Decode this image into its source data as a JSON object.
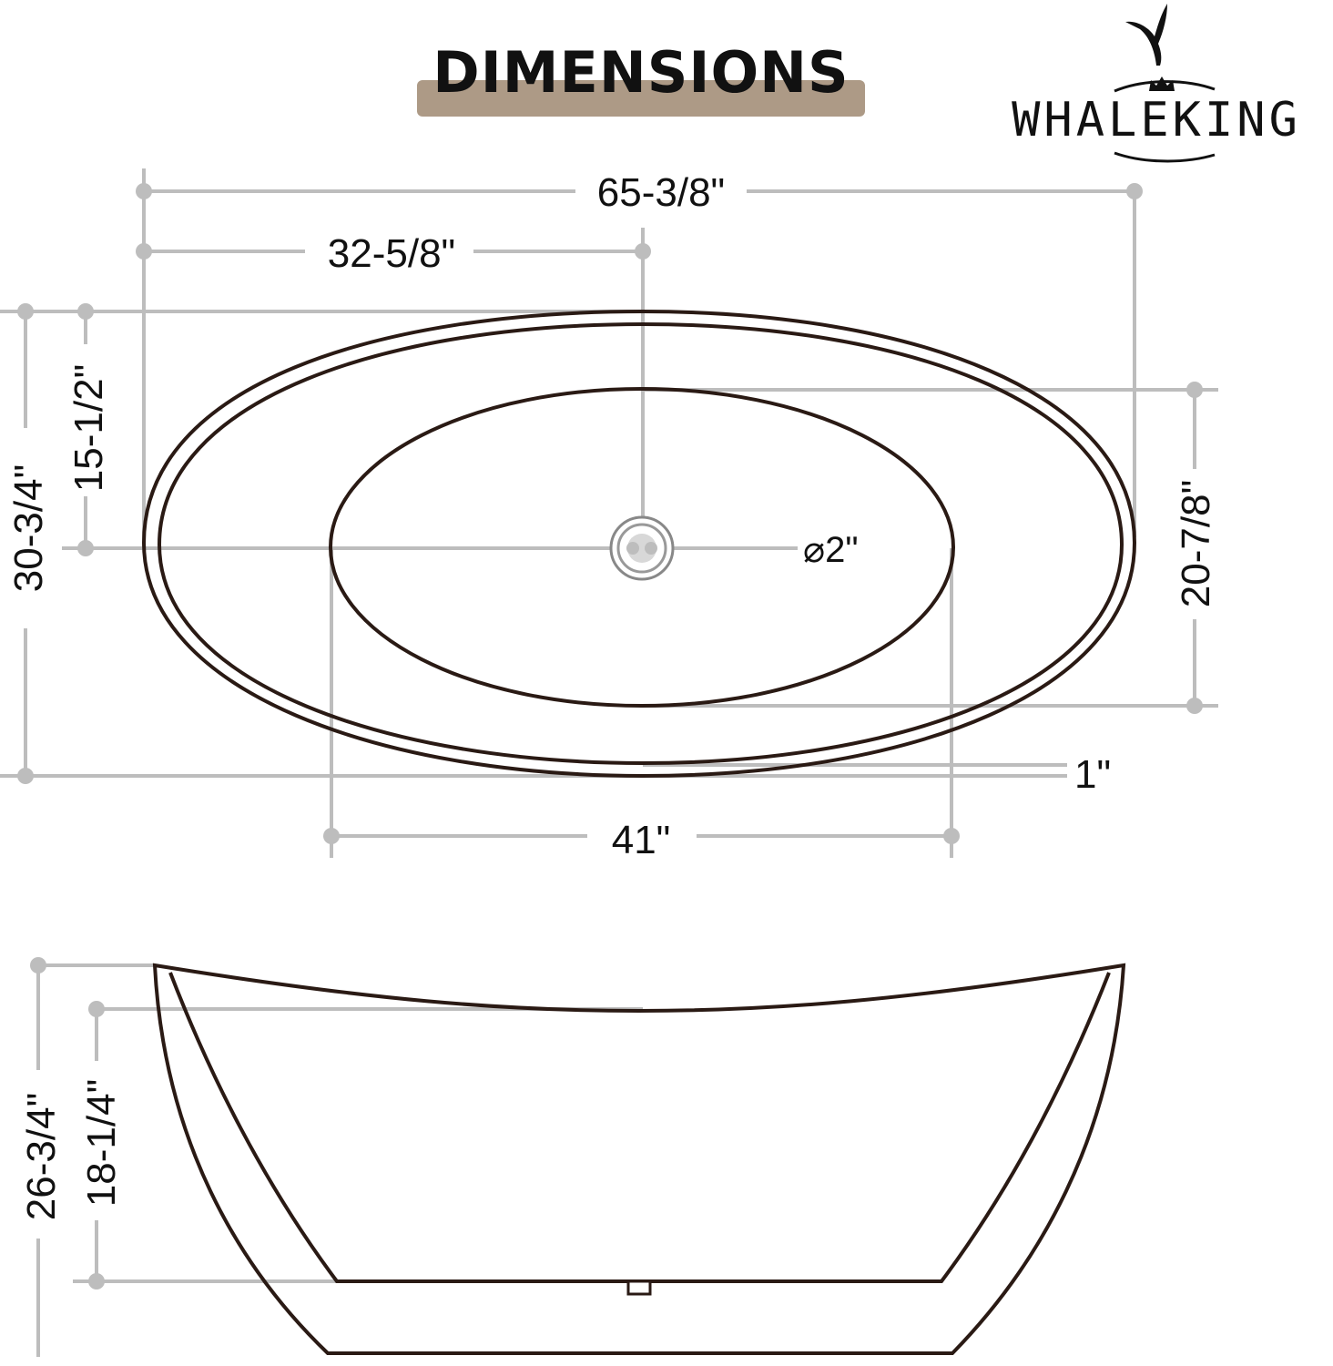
{
  "header": {
    "title": "DIMENSIONS",
    "brand": "WHALEKING",
    "accent_color": "#ad9a86"
  },
  "top_view": {
    "overall_length": "65-3/8\"",
    "drain_offset": "32-5/8\"",
    "overall_width": "30-3/4\"",
    "half_width": "15-1/2\"",
    "inner_width": "20-7/8\"",
    "inner_length": "41\"",
    "rim_thickness": "1\"",
    "drain_diameter": "⌀2\""
  },
  "side_view": {
    "total_height": "26-3/4\"",
    "inner_depth": "18-1/4\""
  },
  "colors": {
    "outline": "#2a1a14",
    "dimension_lines": "#bdbdbd"
  }
}
